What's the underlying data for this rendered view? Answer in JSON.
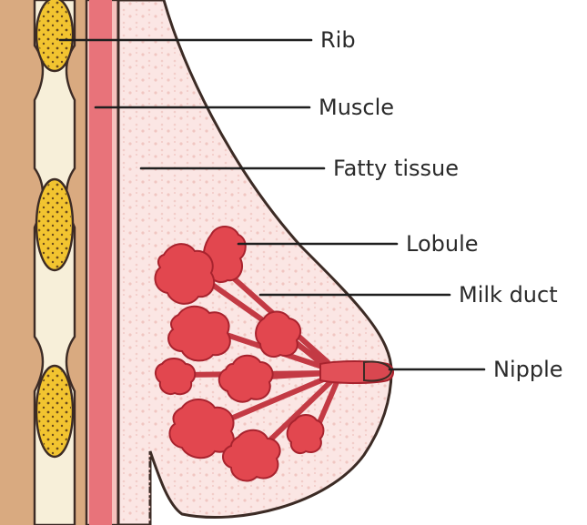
{
  "labels": {
    "rib": "Rib",
    "muscle": "Muscle",
    "fatty_tissue": "Fatty tissue",
    "lobule": "Lobule",
    "milk_duct": "Milk duct",
    "nipple": "Nipple"
  },
  "colors": {
    "chest_wall": "#d9aa80",
    "rib_fill": "#f2c430",
    "muscle_fill": "#e8737a",
    "muscle_light": "#f6c2bd",
    "breast_fill": "#fbe6e4",
    "lobule_fill": "#e2474f",
    "outline": "#3c2b25"
  }
}
